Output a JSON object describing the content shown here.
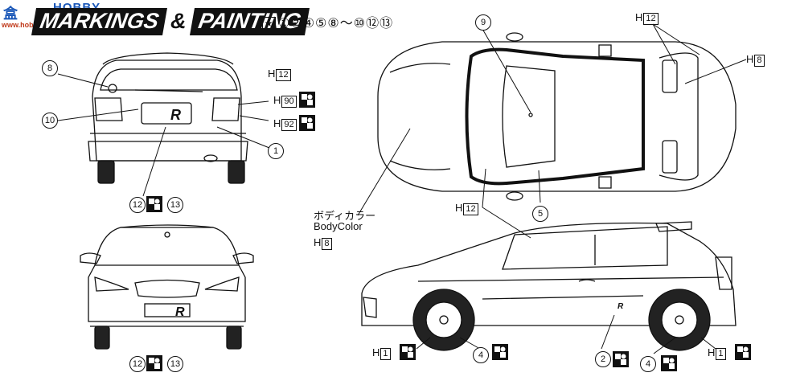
{
  "watermark": {
    "cn": "盒",
    "brand": "HOBBY SEARCH",
    "url": "www.hobby-search.com"
  },
  "title": {
    "left": "MARKINGS",
    "amp": "&",
    "right": "PAINTING"
  },
  "step_numbers": "①②④⑤⑧～⑩⑫⑬",
  "callouts": {
    "c1": "1",
    "c2": "2",
    "c4a": "4",
    "c4b": "4",
    "c5": "5",
    "c8": "8",
    "c9": "9",
    "c10": "10",
    "c12a": "12",
    "c13a": "13",
    "c12b": "12",
    "c13b": "13"
  },
  "paints": {
    "h12_rear": {
      "prefix": "H",
      "code": "12"
    },
    "h90": {
      "prefix": "H",
      "code": "90"
    },
    "h92": {
      "prefix": "H",
      "code": "92"
    },
    "h12_top": {
      "prefix": "H",
      "code": "12"
    },
    "h8_top": {
      "prefix": "H",
      "code": "8"
    },
    "h12_pillar": {
      "prefix": "H",
      "code": "12"
    },
    "h8_body": {
      "prefix": "H",
      "code": "8"
    },
    "h1_front": {
      "prefix": "H",
      "code": "1"
    },
    "h1_rear": {
      "prefix": "H",
      "code": "1"
    }
  },
  "body_color": {
    "jp": "ボディカラー",
    "en": "BodyColor"
  },
  "badges": {
    "rear": "R",
    "front": "R",
    "side": "R"
  },
  "colors": {
    "ink": "#111111",
    "watermark_blue": "#1a57b8",
    "watermark_red": "#c03a1b"
  }
}
